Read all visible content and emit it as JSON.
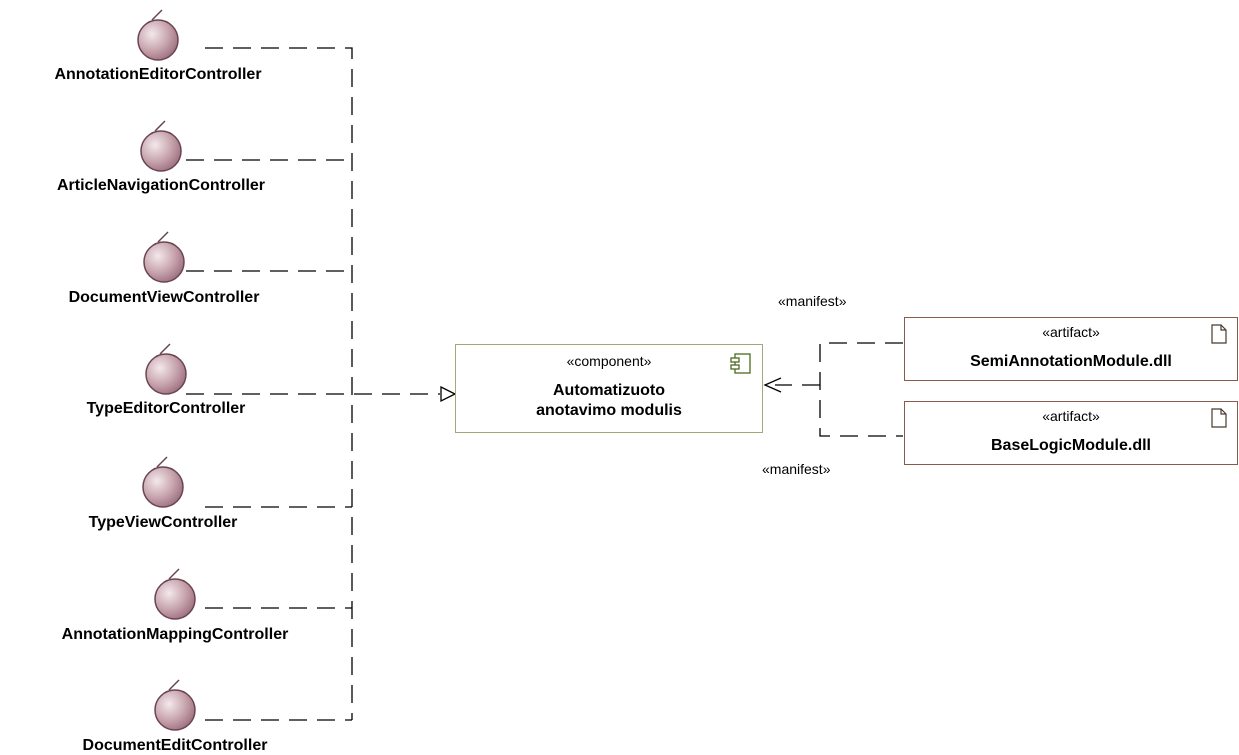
{
  "controllers": [
    {
      "label": "AnnotationEditorController"
    },
    {
      "label": "ArticleNavigationController"
    },
    {
      "label": "DocumentViewController"
    },
    {
      "label": "TypeEditorController"
    },
    {
      "label": "TypeViewController"
    },
    {
      "label": "AnnotationMappingController"
    },
    {
      "label": "DocumentEditController"
    }
  ],
  "component": {
    "stereotype": "«component»",
    "name_line1": "Automatizuoto",
    "name_line2": "anotavimo modulis"
  },
  "artifacts": [
    {
      "stereotype": "«artifact»",
      "name": "SemiAnnotationModule.dll"
    },
    {
      "stereotype": "«artifact»",
      "name": "BaseLogicModule.dll"
    }
  ],
  "manifest_labels": [
    "«manifest»",
    "«manifest»"
  ],
  "colors": {
    "control_fill": "#c7a3ad",
    "control_stroke": "#6b4453",
    "component_border": "#a7a57a",
    "artifact_border": "#8a5b4a",
    "line": "#000000"
  }
}
